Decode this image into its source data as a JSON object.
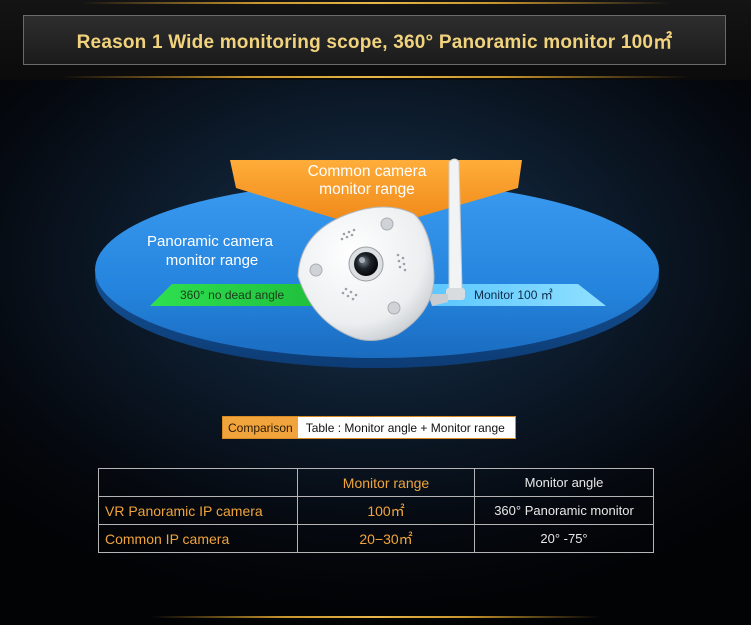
{
  "title": "Reason 1 Wide monitoring scope, 360°  Panoramic monitor 100㎡",
  "diagram": {
    "common_label_line1": "Common camera",
    "common_label_line2": "monitor range",
    "panoramic_label_line1": "Panoramic camera",
    "panoramic_label_line2": "monitor range",
    "strip_left": "360°  no dead angle",
    "strip_right": "Monitor 100 ㎡"
  },
  "comparison_label": {
    "tag": "Comparison",
    "text": "Table : Monitor angle + Monitor range"
  },
  "table": {
    "header_range": "Monitor range",
    "header_angle": "Monitor angle",
    "rows": [
      {
        "label": "VR   Panoramic IP camera",
        "range": "100㎡",
        "angle": "360°    Panoramic monitor"
      },
      {
        "label": "Common IP camera",
        "range": "20−30㎡",
        "angle": "20°  -75°"
      }
    ]
  },
  "colors": {
    "gold_text": "#f1d37e",
    "orange": "#f0a43b",
    "blue_disc": "#2f8ee6",
    "green_strip": "#2fe050"
  }
}
